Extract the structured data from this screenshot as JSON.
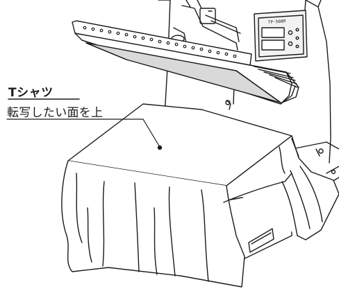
{
  "callout": {
    "title": "Tシャツ",
    "subtitle": "転写したい面を上"
  },
  "control_panel": {
    "model": "TP-508M"
  },
  "colors": {
    "line": "#1a1a1a",
    "platen_fill": "#d9d9d9",
    "panel_fill": "#f2f2f2",
    "background": "#ffffff"
  },
  "icons": [
    "heat-press-machine",
    "t-shirt-illustration"
  ]
}
